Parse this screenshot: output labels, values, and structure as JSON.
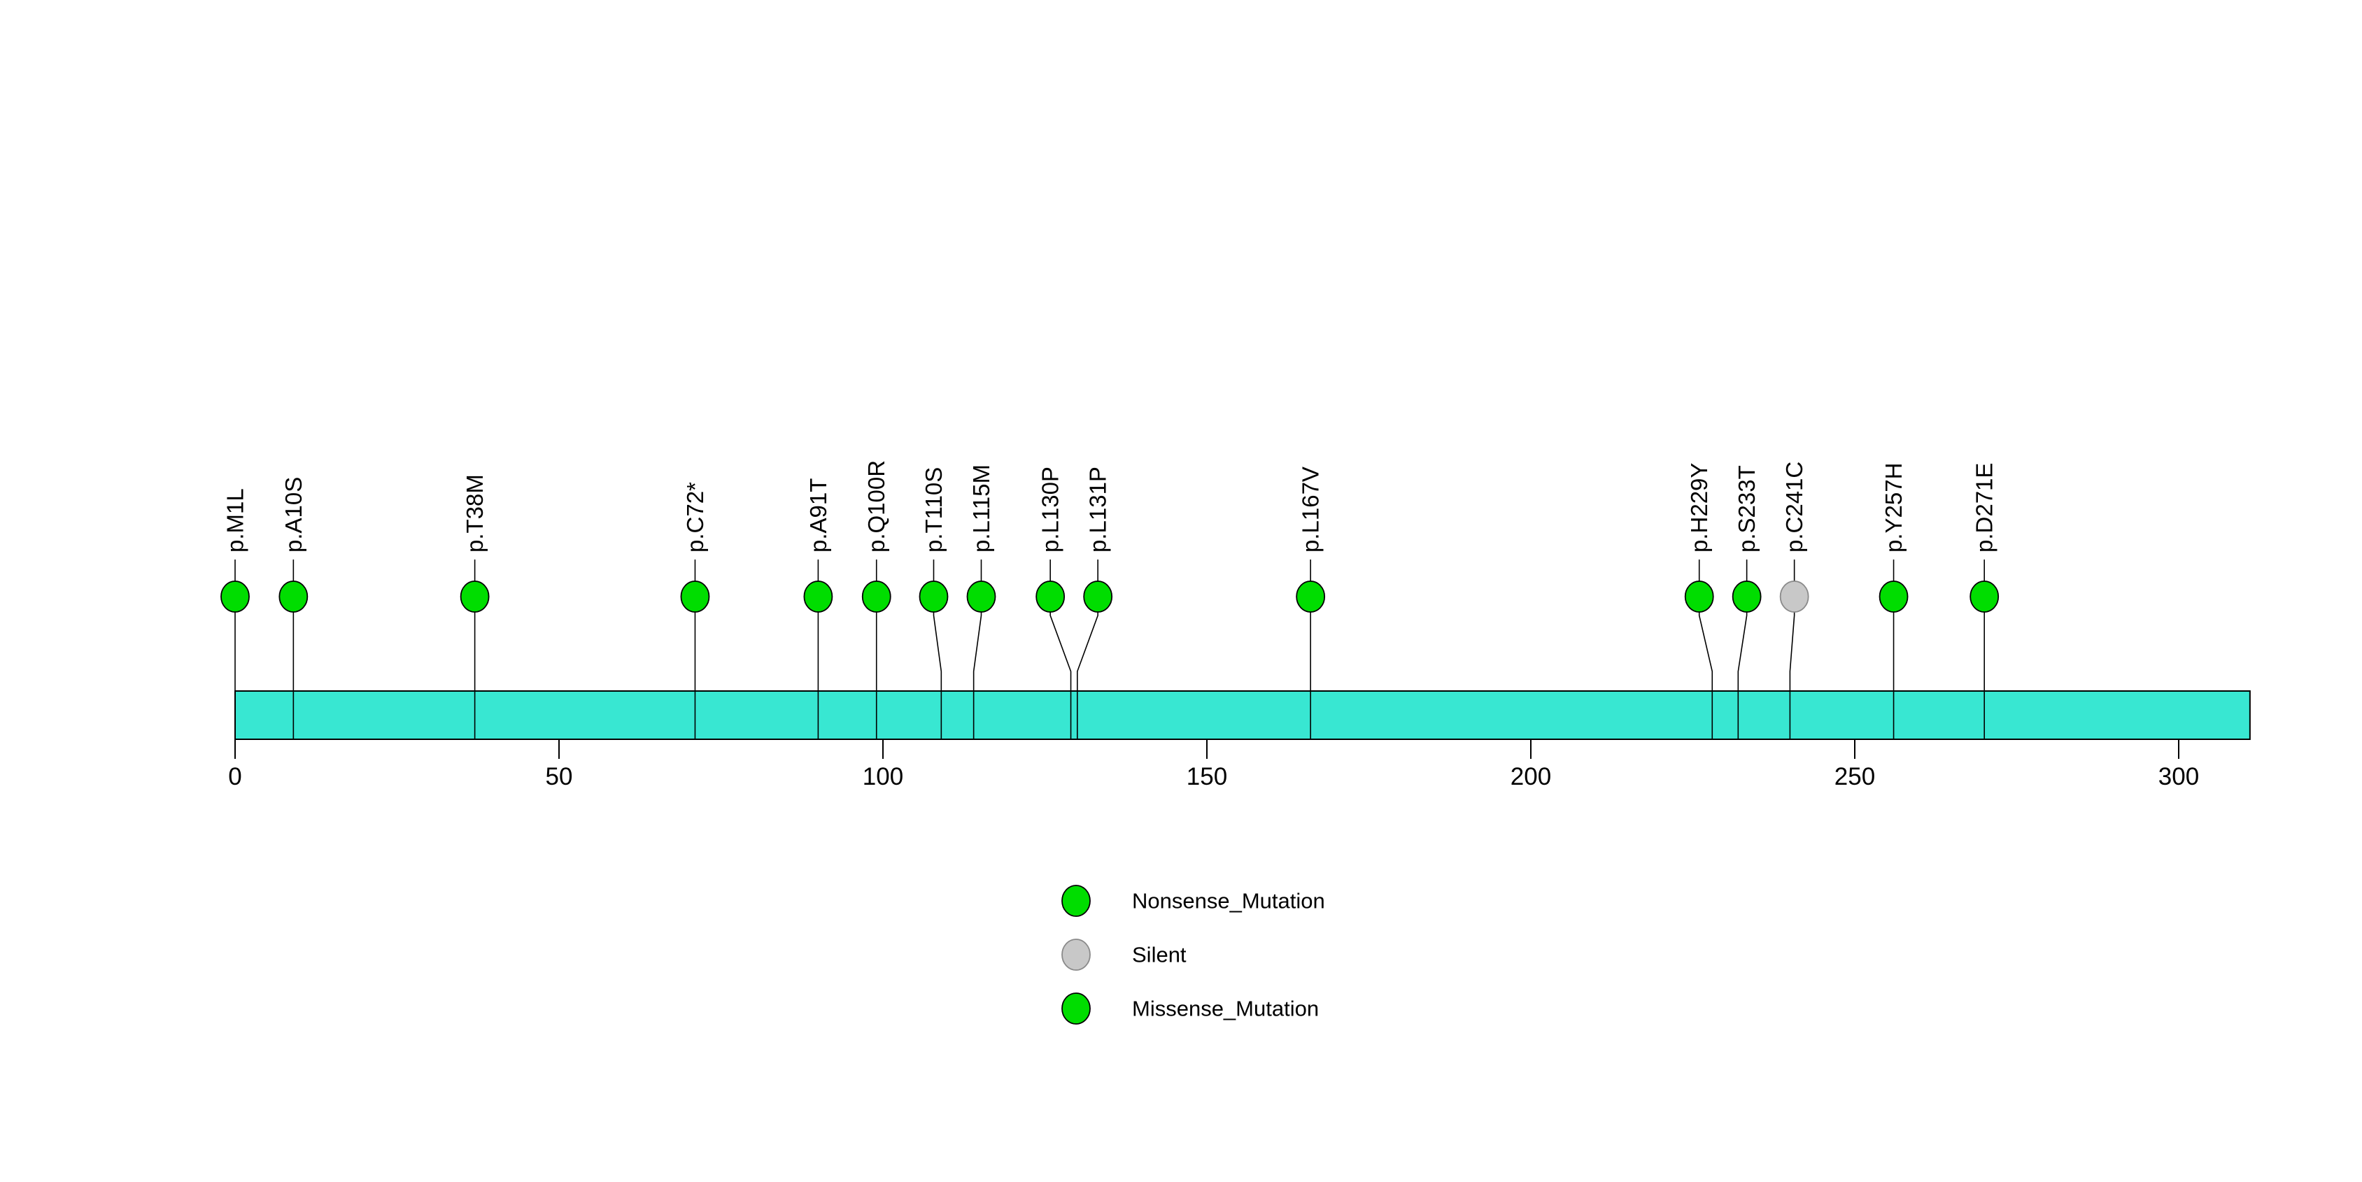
{
  "chart_data": {
    "type": "lollipop",
    "title": "",
    "xlabel": "",
    "ylabel": "",
    "axis": {
      "ticks": [
        0,
        50,
        100,
        150,
        200,
        250,
        300
      ],
      "xlim": [
        0,
        311
      ],
      "grid": false
    },
    "protein_bar": {
      "start": 0,
      "end": 311,
      "color": "#38E7D2",
      "border_color": "#000000"
    },
    "mutation_type_colors": {
      "Missense_Mutation": {
        "fill": "#00DD00",
        "border": "#000000"
      },
      "Nonsense_Mutation": {
        "fill": "#00DD00",
        "border": "#000000"
      },
      "Silent": {
        "fill": "#C8C8C8",
        "border": "#8A8A8A"
      }
    },
    "mutations": [
      {
        "label": "p.M1L",
        "position": 1,
        "type": "Missense_Mutation"
      },
      {
        "label": "p.A10S",
        "position": 10,
        "type": "Missense_Mutation"
      },
      {
        "label": "p.T38M",
        "position": 38,
        "type": "Missense_Mutation"
      },
      {
        "label": "p.C72*",
        "position": 72,
        "type": "Nonsense_Mutation"
      },
      {
        "label": "p.A91T",
        "position": 91,
        "type": "Missense_Mutation"
      },
      {
        "label": "p.Q100R",
        "position": 100,
        "type": "Missense_Mutation"
      },
      {
        "label": "p.T110S",
        "position": 110,
        "type": "Missense_Mutation"
      },
      {
        "label": "p.L115M",
        "position": 115,
        "type": "Missense_Mutation"
      },
      {
        "label": "p.L130P",
        "position": 130,
        "type": "Missense_Mutation"
      },
      {
        "label": "p.L131P",
        "position": 131,
        "type": "Missense_Mutation"
      },
      {
        "label": "p.L167V",
        "position": 167,
        "type": "Missense_Mutation"
      },
      {
        "label": "p.H229Y",
        "position": 229,
        "type": "Missense_Mutation"
      },
      {
        "label": "p.S233T",
        "position": 233,
        "type": "Missense_Mutation"
      },
      {
        "label": "p.C241C",
        "position": 241,
        "type": "Silent"
      },
      {
        "label": "p.Y257H",
        "position": 257,
        "type": "Missense_Mutation"
      },
      {
        "label": "p.D271E",
        "position": 271,
        "type": "Missense_Mutation"
      }
    ],
    "legend": [
      {
        "label": "Nonsense_Mutation",
        "color": "#00DD00",
        "border": "#000000"
      },
      {
        "label": "Silent",
        "color": "#C8C8C8",
        "border": "#8A8A8A"
      },
      {
        "label": "Missense_Mutation",
        "color": "#00DD00",
        "border": "#000000"
      }
    ],
    "legend_position": "bottom-center"
  }
}
